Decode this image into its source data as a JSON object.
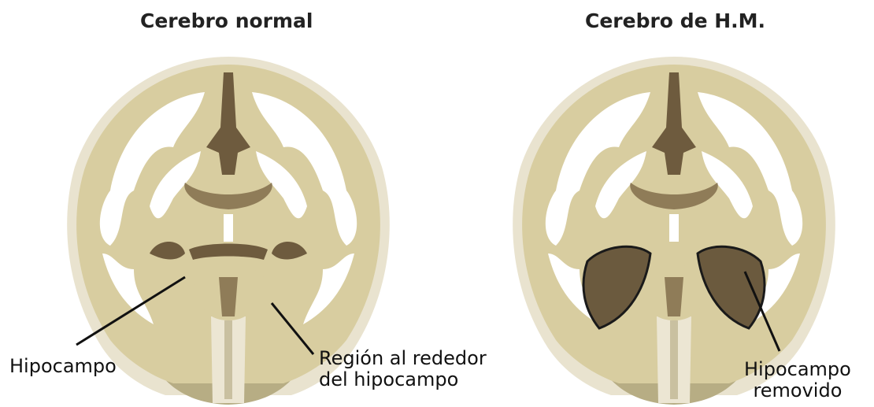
{
  "titles": {
    "left": "Cerebro normal",
    "right": "Cerebro de H.M."
  },
  "labels": {
    "hippocampus": "Hipocampo",
    "surrounding_line1": "Región al rededor",
    "surrounding_line2": "del hipocampo",
    "removed_line1": "Hipocampo",
    "removed_line2": "removido"
  },
  "colors": {
    "tissue": "#D8CDA0",
    "outline": "#E8E2CC",
    "dark": "#6E5B3E",
    "mid": "#B3A980",
    "stem": "#ECE6D3",
    "removed": "#6B5A3E"
  }
}
